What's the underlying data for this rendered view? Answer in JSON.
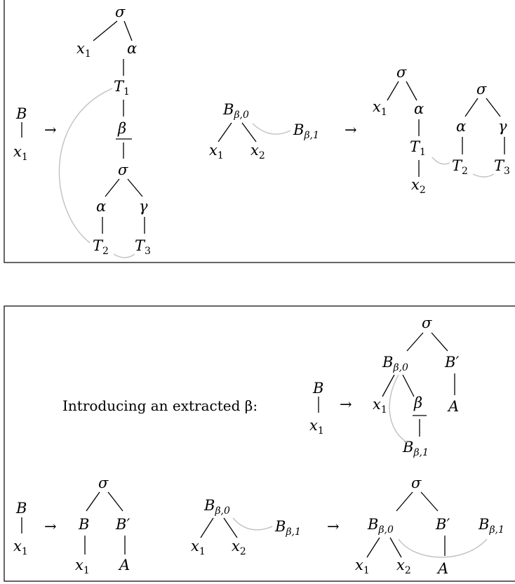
{
  "symbols": {
    "sigma": "σ",
    "alpha": "α",
    "beta": "β",
    "gamma": "γ",
    "arrow": "→",
    "B": "B",
    "A": "A",
    "T": "T",
    "x": "x",
    "prime": "′"
  },
  "indices": {
    "one": "1",
    "two": "2",
    "three": "3",
    "beta0": "β,0",
    "beta1": "β,1"
  },
  "caption": {
    "introducing": "Introducing an extracted β:"
  }
}
